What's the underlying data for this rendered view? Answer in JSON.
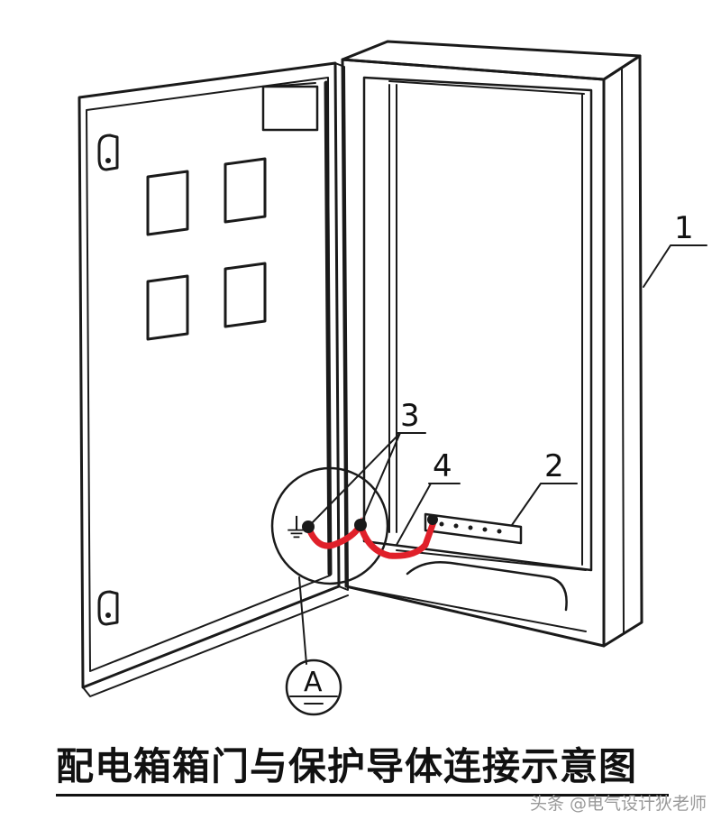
{
  "diagram": {
    "caption": "配电箱箱门与保护导体连接示意图",
    "watermark": "头条 @电气设计狄老师",
    "callouts": [
      "1",
      "2",
      "3",
      "4"
    ],
    "detail_marker": "A",
    "colors": {
      "line": "#1a1a1a",
      "protective_conductor": "#e0202a",
      "background": "#ffffff"
    }
  }
}
